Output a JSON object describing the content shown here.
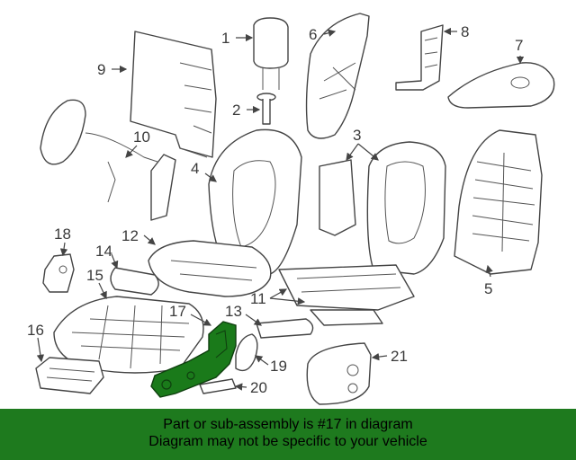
{
  "callouts": {
    "c1": "1",
    "c2": "2",
    "c3": "3",
    "c4": "4",
    "c5": "5",
    "c6": "6",
    "c7": "7",
    "c8": "8",
    "c9": "9",
    "c10": "10",
    "c11": "11",
    "c12": "12",
    "c13": "13",
    "c14": "14",
    "c15": "15",
    "c16": "16",
    "c17": "17",
    "c18": "18",
    "c19": "19",
    "c20": "20",
    "c21": "21"
  },
  "highlight_color": "#1a7a1a",
  "banner": {
    "line1": "Part or sub-assembly is #17 in diagram",
    "line2": "Diagram may not be specific to your vehicle",
    "color": "#1e7a1e"
  }
}
